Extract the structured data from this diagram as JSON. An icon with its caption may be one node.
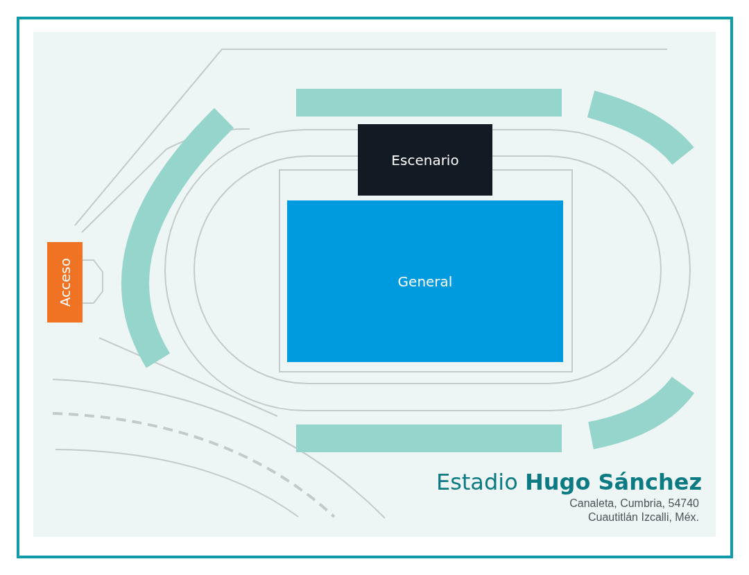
{
  "diagram": {
    "title": "Estadio **Hugo Sánchez**",
    "nodes": [
      {
        "text": [
          "Escenario"
        ]
      },
      {
        "text": [
          "General"
        ]
      },
      {
        "text": [
          "Acceso"
        ]
      }
    ],
    "labels": [
      "Canaleta, Cumbria, 54740",
      "Cuautitlán Izcalli, Méx."
    ]
  }
}
